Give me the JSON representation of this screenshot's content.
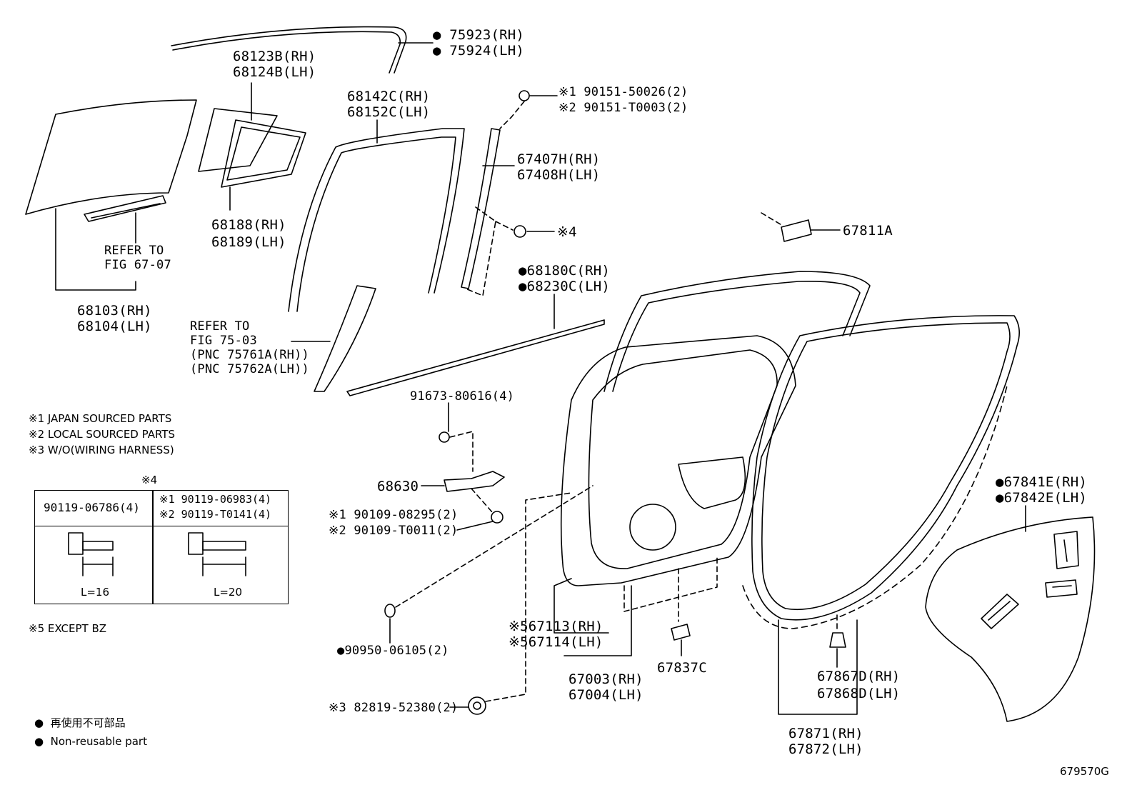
{
  "diagram": {
    "figure_code": "679570G",
    "watermark": "",
    "parts": {
      "moulding_top": [
        "75923(RH)",
        "75924(LH)"
      ],
      "glass_run_rear": [
        "68123B(RH)",
        "68124B(LH)"
      ],
      "frame_channel": [
        "68142C(RH)",
        "68152C(LH)"
      ],
      "screw_top": [
        "90151-50026(2)",
        "90151-T0003(2)"
      ],
      "screw_top_marks": [
        "※1",
        "※2"
      ],
      "sash_rear": [
        "67407H(RH)",
        "67408H(LH)"
      ],
      "sash_mark": "※4",
      "quarter_window": [
        "68188(RH)",
        "68189(LH)"
      ],
      "refer_glass": [
        "REFER TO",
        "FIG 67-07"
      ],
      "door_glass": [
        "68103(RH)",
        "68104(LH)"
      ],
      "refer_trim": [
        "REFER TO",
        "FIG 75-03",
        "(PNC 75761A(RH))",
        "(PNC 75762A(LH))"
      ],
      "weatherstrip_belt": [
        "68180C(RH)",
        "68230C(LH)"
      ],
      "pad": "67811A",
      "bolt_check": "91673-80616(4)",
      "check_assy": "68630",
      "bolt_check2": [
        "90109-08295(2)",
        "90109-T0011(2)"
      ],
      "bolt_check2_marks": [
        "※1",
        "※2"
      ],
      "plug_hole": "90950-06105(2)",
      "grommet": "82819-52380(2)",
      "grommet_mark": "※3",
      "hinge_rh_lh": [
        "67113(RH)",
        "67114(LH)"
      ],
      "hinge_marks": [
        "※5",
        "※5"
      ],
      "door_panel": [
        "67003(RH)",
        "67004(LH)"
      ],
      "clip_c": "67837C",
      "clip_d": [
        "67867D(RH)",
        "67868D(LH)"
      ],
      "weatherstrip_door": [
        "67871(RH)",
        "67872(LH)"
      ],
      "cover_service_hole": [
        "67841E(RH)",
        "67842E(LH)"
      ]
    },
    "notes": [
      "※1 JAPAN SOURCED PARTS",
      "※2 LOCAL SOURCED PARTS",
      "※3 W/O(WIRING HARNESS)"
    ],
    "note5": "※5 EXCEPT BZ",
    "table": {
      "title": "※4",
      "col1_header": "90119-06786(4)",
      "col2_header": [
        "※1 90119-06983(4)",
        "※2 90119-T0141(4)"
      ],
      "col1_length": "L=16",
      "col2_length": "L=20"
    },
    "legend": [
      {
        "symbol": "●",
        "text": "再使用不可部品"
      },
      {
        "symbol": "●",
        "text": "Non-reusable part"
      }
    ]
  }
}
